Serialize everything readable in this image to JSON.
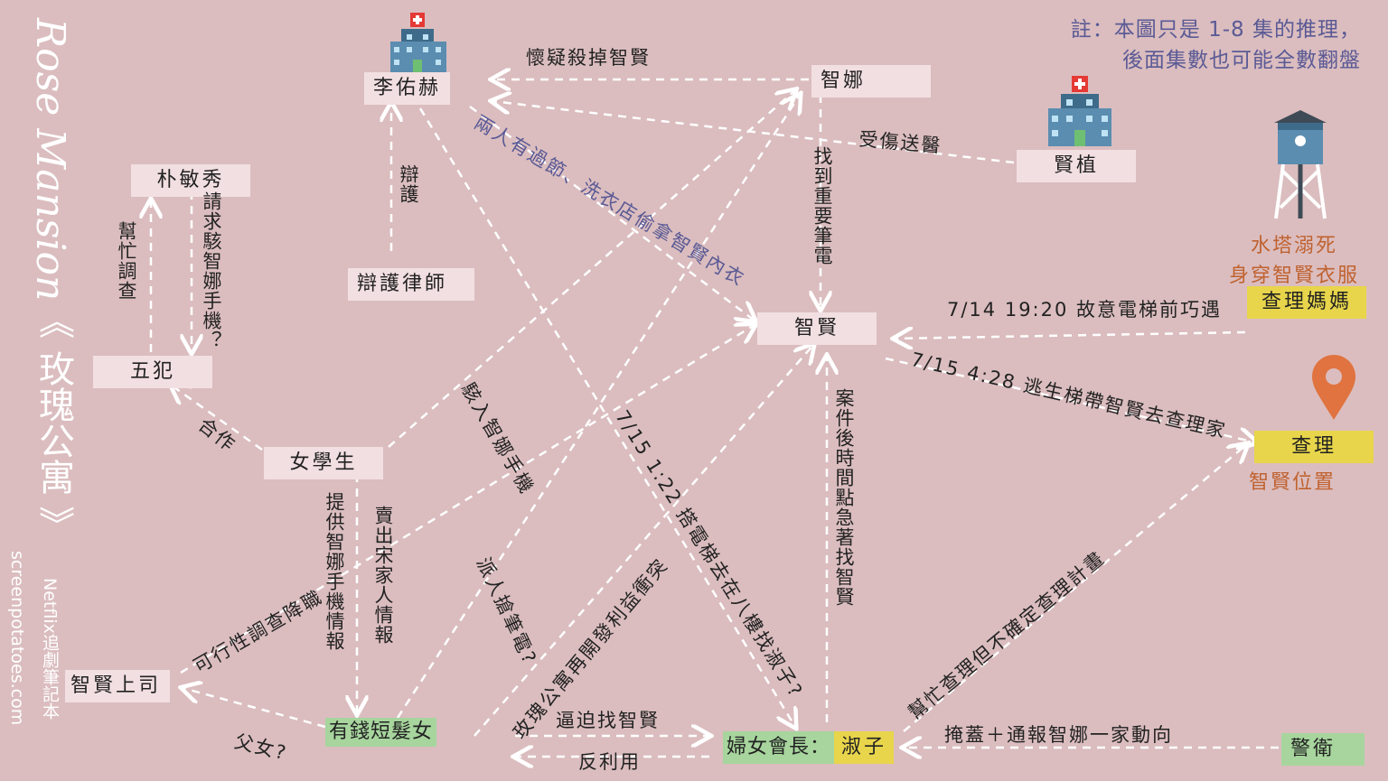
{
  "title": {
    "english": "Rose Mansion",
    "chinese": "《 玫瑰公寓 》",
    "notebook": "Netflix追劇筆記本",
    "site": "screenpotatoes.com"
  },
  "note": {
    "line1": "註：本圖只是 1-8 集的推理，",
    "line2": "後面集數也可能全數翻盤"
  },
  "nodes": {
    "li_yuhe": "李佑赫",
    "zhina": "智娜",
    "xianzhi": "賢植",
    "park_minsu": "朴敏秀",
    "defense_lawyer": "辯護律師",
    "zhixian": "智賢",
    "wufan": "五犯",
    "student": "女學生",
    "boss": "智賢上司",
    "rich_woman": "有錢短髮女",
    "womens_head": "婦女會長：",
    "shuzi": "淑子",
    "guard": "警衛",
    "charlie_mom": "查理媽媽",
    "charlie": "查理"
  },
  "annotations": {
    "water_tower": "水塔溺死",
    "clothes": "身穿智賢衣服",
    "location": "智賢位置"
  },
  "edges": {
    "suspect_kill": "懷疑殺掉智賢",
    "injured": "受傷送醫",
    "grudge": "兩人有過節、洗衣店偷拿智賢內衣",
    "defend": "辯護",
    "found_laptop": "找到重要筆電",
    "elevator": "7/15 1:22 搭電梯去在八樓找淑子?",
    "charlie_mom_meet": "7/14 19:20 故意電梯前巧遇",
    "stairs": "7/15 4:28 逃生梯帶智賢去查理家",
    "urgent": "案件後時間點急著找智賢",
    "redevelop": "玫瑰公寓再開發利益衝突",
    "steal_laptop": "派人搶筆電?",
    "hack": "駭入智娜手機",
    "demoted": "可行性調查降職",
    "father_daughter": "父女?",
    "cooperate": "合作",
    "help_investigate": "幫忙調查",
    "request_hack": "請求駭智娜手機？",
    "provide_info": "提供智娜手機情報",
    "sell_info": "賣出宋家人情報",
    "force_find": "逼迫找智賢",
    "counter_use": "反利用",
    "cover_report": "掩蓋＋通報智娜一家動向",
    "help_charlie": "幫忙查理但不確定查理計畫"
  },
  "colors": {
    "background": "#dbbdbf",
    "node": "#f2dfe1",
    "green": "#a7d59d",
    "yellow": "#e8d54b",
    "purple": "#5a5a95",
    "orange": "#c0622f"
  }
}
